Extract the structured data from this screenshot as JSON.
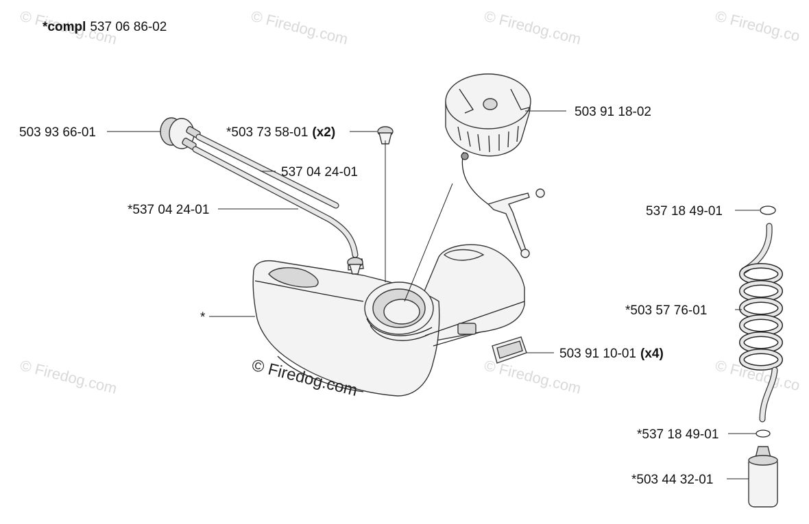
{
  "header": {
    "compl_prefix": "*compl",
    "compl_number": "537 06 86-02"
  },
  "watermark": {
    "text": "© Firedog.com",
    "center_text": "© Firedog.com",
    "edge_fragment": "© Firedog.co"
  },
  "labels": {
    "primer_bulb": "503 93 66-01",
    "grommet": "*503 73 58-01",
    "grommet_qty": "(x2)",
    "fuel_hose_a": "537 04 24-01",
    "fuel_hose_b": "*537 04 24-01",
    "fuel_cap": "503 91 18-02",
    "tank": "*",
    "damper": "503 91 10-01",
    "damper_qty": "(x4)",
    "oring_top": "537 18 49-01",
    "coil_hose": "*503 57 76-01",
    "oring_bottom": "*537 18 49-01",
    "fuel_filter": "*503 44 32-01"
  }
}
